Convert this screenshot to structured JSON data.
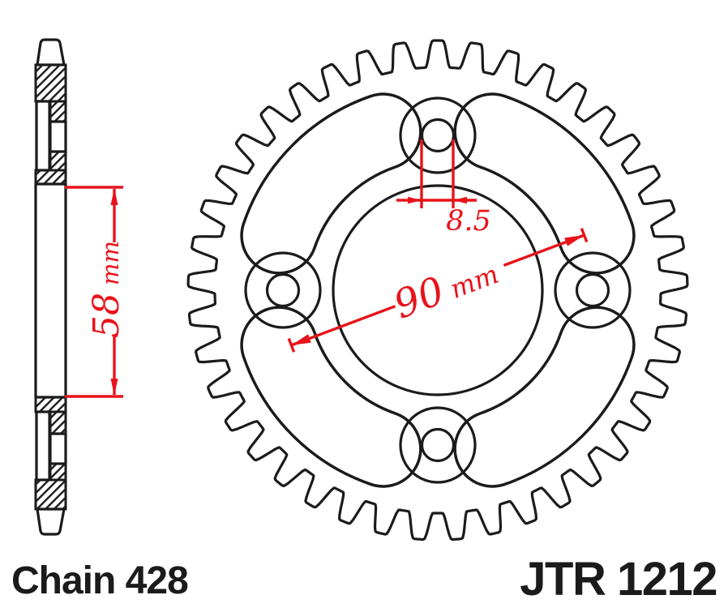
{
  "drawing": {
    "labels": {
      "chain": "Chain 428",
      "product": "JTR 1212"
    },
    "dims": {
      "bolt_hole_diameter": "8.5",
      "bolt_circle": {
        "value": "90",
        "unit": "mm"
      },
      "hub_offset": {
        "value": "58",
        "unit": "mm"
      }
    },
    "sprocket": {
      "teeth": 41
    },
    "colors": {
      "line": "#1b1b1b",
      "dimension": "#e8131a",
      "background": "#ffffff"
    }
  }
}
